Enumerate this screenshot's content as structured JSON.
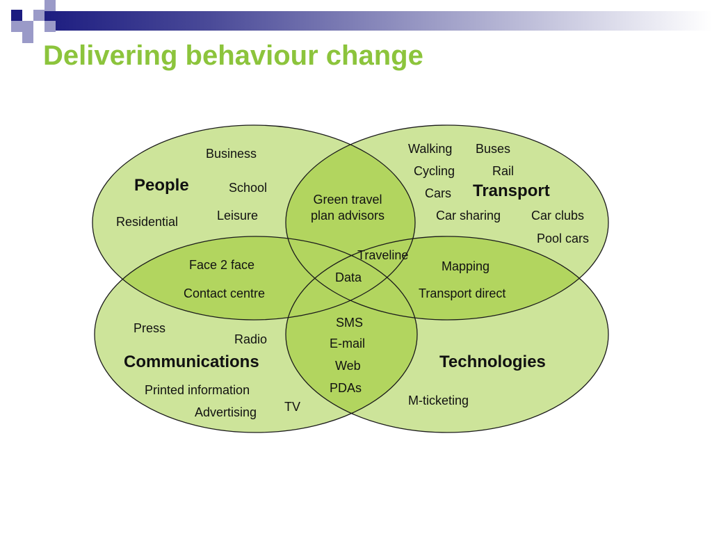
{
  "title": "Delivering behaviour change",
  "colors": {
    "title": "#8cc43c",
    "ellipse_fill": "#cde49a",
    "overlap_fill": "#b2d55f",
    "outline": "#1a1a1a",
    "deco_navy": "#1c1c80",
    "deco_lavender": "#9a9ac8"
  },
  "sets": {
    "people": {
      "heading": "People",
      "items": [
        "Business",
        "School",
        "Residential",
        "Leisure"
      ]
    },
    "transport": {
      "heading": "Transport",
      "items": [
        "Walking",
        "Buses",
        "Cycling",
        "Rail",
        "Cars",
        "Car sharing",
        "Car clubs",
        "Pool cars"
      ]
    },
    "communications": {
      "heading": "Communications",
      "items": [
        "Press",
        "Radio",
        "Printed information",
        "Advertising",
        "TV"
      ]
    },
    "technologies": {
      "heading": "Technologies",
      "items": [
        "M-ticketing"
      ]
    }
  },
  "overlaps": {
    "people_transport": "Green travel plan advisors",
    "people_communications": [
      "Face 2 face",
      "Contact centre"
    ],
    "transport_technologies": [
      "Traveline",
      "Mapping",
      "Transport direct"
    ],
    "centre": "Data",
    "communications_technologies": [
      "SMS",
      "E-mail",
      "Web",
      "PDAs"
    ]
  }
}
